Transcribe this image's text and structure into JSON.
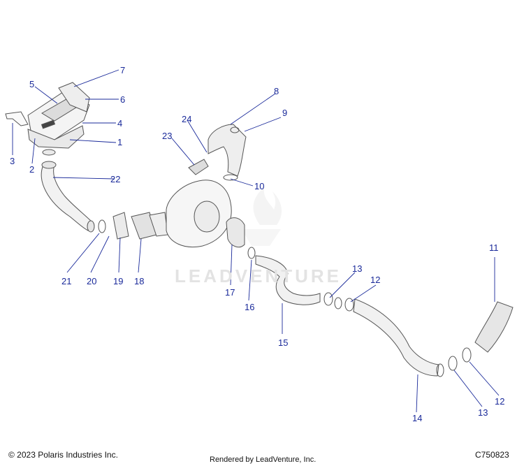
{
  "callouts": [
    {
      "id": "1",
      "label": "1"
    },
    {
      "id": "2",
      "label": "2"
    },
    {
      "id": "3",
      "label": "3"
    },
    {
      "id": "4",
      "label": "4"
    },
    {
      "id": "5",
      "label": "5"
    },
    {
      "id": "6",
      "label": "6"
    },
    {
      "id": "7",
      "label": "7"
    },
    {
      "id": "8",
      "label": "8"
    },
    {
      "id": "9",
      "label": "9"
    },
    {
      "id": "10",
      "label": "10"
    },
    {
      "id": "11",
      "label": "11"
    },
    {
      "id": "12a",
      "label": "12"
    },
    {
      "id": "12b",
      "label": "12"
    },
    {
      "id": "13a",
      "label": "13"
    },
    {
      "id": "13b",
      "label": "13"
    },
    {
      "id": "14",
      "label": "14"
    },
    {
      "id": "15",
      "label": "15"
    },
    {
      "id": "16",
      "label": "16"
    },
    {
      "id": "17",
      "label": "17"
    },
    {
      "id": "18",
      "label": "18"
    },
    {
      "id": "19",
      "label": "19"
    },
    {
      "id": "20",
      "label": "20"
    },
    {
      "id": "21",
      "label": "21"
    },
    {
      "id": "22",
      "label": "22"
    },
    {
      "id": "23",
      "label": "23"
    },
    {
      "id": "24",
      "label": "24"
    }
  ],
  "footer": {
    "copyright": "© 2023 Polaris Industries Inc.",
    "rendered_by": "Rendered by LeadVenture, Inc.",
    "diagram_code": "C750823"
  },
  "watermark": "LEADVENTURE",
  "colors": {
    "callout": "#1a2a9a",
    "part_stroke": "#555555",
    "part_fill": "#f4f4f4",
    "leader": "#1a2a9a"
  },
  "icons": {
    "watermark_logo": "flame-logo-icon"
  }
}
